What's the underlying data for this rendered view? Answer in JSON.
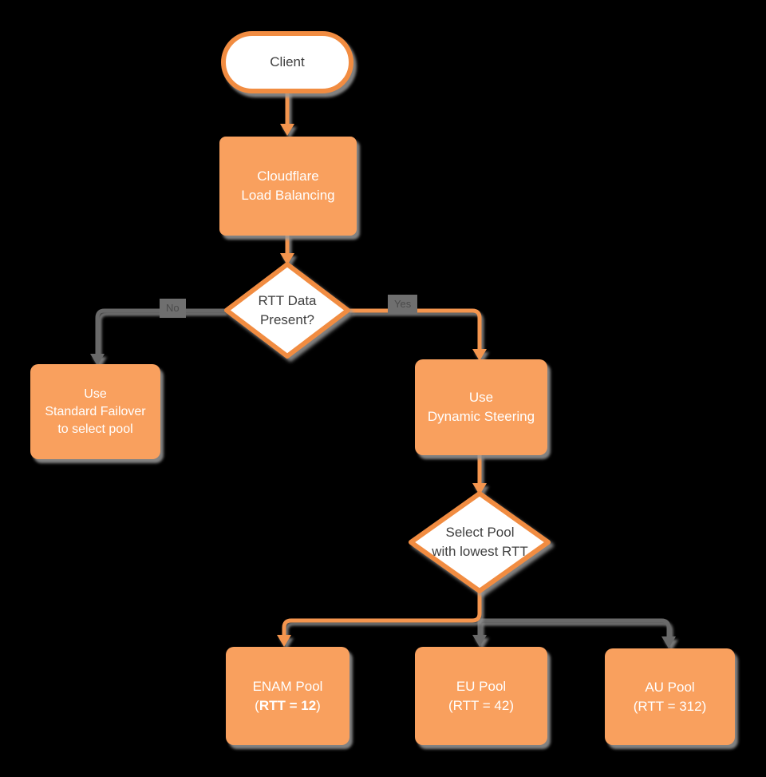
{
  "diagram": {
    "type": "flowchart",
    "background": "#000000",
    "colors": {
      "node_fill": "#f9a05e",
      "node_stroke": "#f18c41",
      "connector_orange": "#f4954e",
      "connector_gray": "#696969",
      "edge_label_bg": "#6f6f6f",
      "edge_label_text": "#4b4b4b",
      "text_on_orange": "#ffffff",
      "text_dark": "#3f3f3f",
      "shadow": "#999999"
    },
    "nodes": {
      "client": {
        "shape": "terminator",
        "lines": [
          "Client"
        ]
      },
      "load_balancing": {
        "shape": "process",
        "lines": [
          "Cloudflare",
          "Load Balancing"
        ]
      },
      "rtt_decision": {
        "shape": "decision",
        "lines": [
          "RTT Data",
          "Present?"
        ]
      },
      "standard_failover": {
        "shape": "process",
        "lines": [
          "Use",
          "Standard Failover",
          "to select pool"
        ]
      },
      "dynamic_steering": {
        "shape": "process",
        "lines": [
          "Use",
          "Dynamic Steering"
        ]
      },
      "select_pool": {
        "shape": "decision",
        "lines": [
          "Select Pool",
          "with lowest RTT"
        ]
      },
      "enam_pool": {
        "shape": "process",
        "line1": "ENAM Pool",
        "rtt_prefix": "(",
        "rtt_bold": "RTT = 12",
        "rtt_suffix": ")"
      },
      "eu_pool": {
        "shape": "process",
        "lines": [
          "EU Pool",
          "(RTT = 42)"
        ]
      },
      "au_pool": {
        "shape": "process",
        "lines": [
          "AU Pool",
          "(RTT = 312)"
        ]
      }
    },
    "edge_labels": {
      "no": "No",
      "yes": "Yes"
    }
  }
}
